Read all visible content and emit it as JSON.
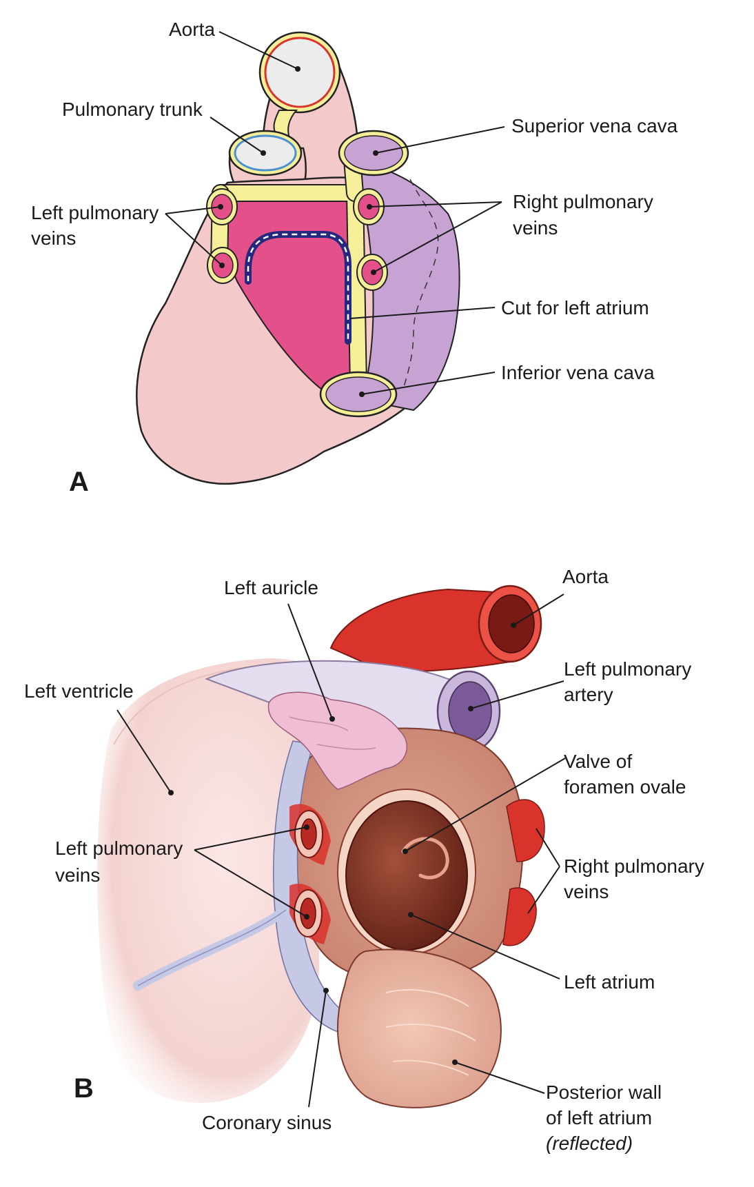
{
  "panels": {
    "a": {
      "letter": "A",
      "labels": {
        "aorta": "Aorta",
        "pulmonary_trunk": "Pulmonary trunk",
        "superior_vena_cava": "Superior vena cava",
        "left_pulmonary_veins": [
          "Left pulmonary",
          "veins"
        ],
        "right_pulmonary_veins": [
          "Right pulmonary",
          "veins"
        ],
        "cut_for_left_atrium": "Cut for left atrium",
        "inferior_vena_cava": "Inferior vena cava"
      }
    },
    "b": {
      "letter": "B",
      "labels": {
        "left_auricle": "Left auricle",
        "aorta": "Aorta",
        "left_ventricle": "Left ventricle",
        "left_pulmonary_artery": [
          "Left pulmonary",
          "artery"
        ],
        "valve_of_foramen_ovale": [
          "Valve of",
          "foramen ovale"
        ],
        "left_pulmonary_veins": [
          "Left pulmonary",
          "veins"
        ],
        "right_pulmonary_veins": [
          "Right pulmonary",
          "veins"
        ],
        "left_atrium": "Left atrium",
        "posterior_wall": [
          "Posterior wall",
          "of left atrium",
          "(reflected)"
        ],
        "coronary_sinus": "Coronary sinus"
      }
    }
  },
  "colors": {
    "heart_pink": "#f4c9c9",
    "atrium_magenta": "#e4508a",
    "venous_lavender": "#c7a3d4",
    "pericardial_yellow": "#f6ef9a",
    "aorta_red": "#d9332b",
    "cut_line_blue": "#24297f",
    "pulmonary_blue": "#4a90d0"
  }
}
